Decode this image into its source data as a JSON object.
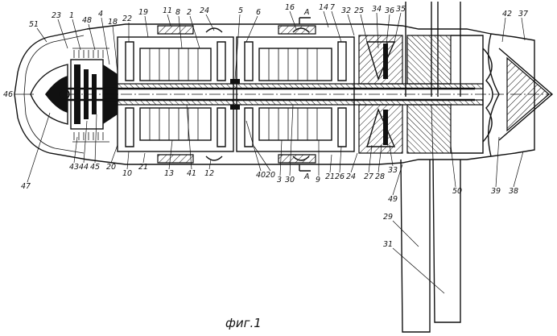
{
  "figure": {
    "caption": "фиг.1",
    "section_label": "А"
  },
  "labels": [
    {
      "id": "51",
      "text": "51"
    },
    {
      "id": "23",
      "text": "23"
    },
    {
      "id": "1",
      "text": "1"
    },
    {
      "id": "48",
      "text": "48"
    },
    {
      "id": "4",
      "text": "4"
    },
    {
      "id": "18",
      "text": "18"
    },
    {
      "id": "22",
      "text": "22"
    },
    {
      "id": "19",
      "text": "19"
    },
    {
      "id": "11",
      "text": "11"
    },
    {
      "id": "8",
      "text": "8"
    },
    {
      "id": "2",
      "text": "2"
    },
    {
      "id": "24a",
      "text": "24"
    },
    {
      "id": "5",
      "text": "5"
    },
    {
      "id": "6",
      "text": "6"
    },
    {
      "id": "16",
      "text": "16"
    },
    {
      "id": "14",
      "text": "14"
    },
    {
      "id": "7",
      "text": "7"
    },
    {
      "id": "32",
      "text": "32"
    },
    {
      "id": "25",
      "text": "25"
    },
    {
      "id": "34",
      "text": "34"
    },
    {
      "id": "36",
      "text": "36"
    },
    {
      "id": "35",
      "text": "35"
    },
    {
      "id": "42",
      "text": "42"
    },
    {
      "id": "37",
      "text": "37"
    },
    {
      "id": "46",
      "text": "46"
    },
    {
      "id": "47",
      "text": "47"
    },
    {
      "id": "43",
      "text": "43"
    },
    {
      "id": "44",
      "text": "44"
    },
    {
      "id": "45",
      "text": "45"
    },
    {
      "id": "20a",
      "text": "20"
    },
    {
      "id": "10",
      "text": "10"
    },
    {
      "id": "21a",
      "text": "21"
    },
    {
      "id": "13",
      "text": "13"
    },
    {
      "id": "41",
      "text": "41"
    },
    {
      "id": "12",
      "text": "12"
    },
    {
      "id": "40",
      "text": "40"
    },
    {
      "id": "20b",
      "text": "20"
    },
    {
      "id": "3",
      "text": "3"
    },
    {
      "id": "30",
      "text": "30"
    },
    {
      "id": "9",
      "text": "9"
    },
    {
      "id": "21b",
      "text": "21"
    },
    {
      "id": "26",
      "text": "26"
    },
    {
      "id": "24b",
      "text": "24"
    },
    {
      "id": "27",
      "text": "27"
    },
    {
      "id": "28",
      "text": "28"
    },
    {
      "id": "33",
      "text": "33"
    },
    {
      "id": "49",
      "text": "49"
    },
    {
      "id": "50",
      "text": "50"
    },
    {
      "id": "39",
      "text": "39"
    },
    {
      "id": "38",
      "text": "38"
    },
    {
      "id": "29",
      "text": "29"
    },
    {
      "id": "31",
      "text": "31"
    }
  ]
}
